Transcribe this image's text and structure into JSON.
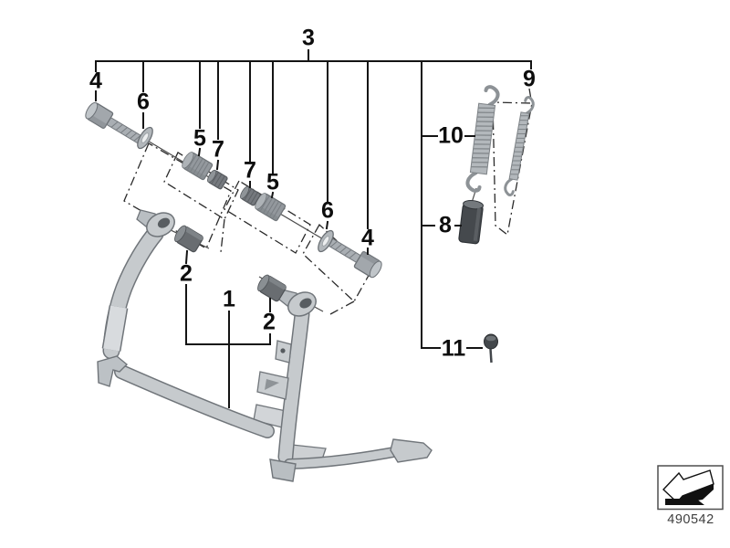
{
  "diagram": {
    "background": "#ffffff",
    "line_color": "#141414",
    "label_color": "#0d0d0d",
    "metal_light": "#c6cacd",
    "metal_mid": "#a2a7ac",
    "metal_dark": "#696d71",
    "rubber_dark": "#45494d",
    "drawing_number": "490542"
  },
  "icons": {
    "page_arrow_icon": "arrow-down-left-3d"
  },
  "callouts": [
    {
      "text": "3"
    },
    {
      "text": "4"
    },
    {
      "text": "6"
    },
    {
      "text": "5"
    },
    {
      "text": "7"
    },
    {
      "text": "7"
    },
    {
      "text": "5"
    },
    {
      "text": "6"
    },
    {
      "text": "4"
    },
    {
      "text": "9"
    },
    {
      "text": "10"
    },
    {
      "text": "8"
    },
    {
      "text": "11"
    },
    {
      "text": "1"
    },
    {
      "text": "2"
    },
    {
      "text": "2"
    }
  ]
}
